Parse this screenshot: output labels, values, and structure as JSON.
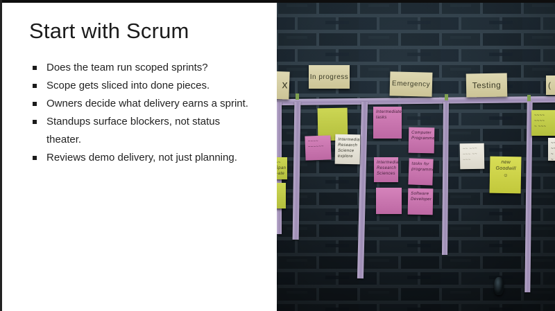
{
  "slide": {
    "title": "Start with Scrum",
    "bullets": [
      "Does the team run scoped sprints?",
      "Scope gets sliced into done pieces.",
      "Owners decide what delivery earns a sprint.",
      "Standups surface blockers, not status theater.",
      "Reviews demo delivery, not just planning."
    ]
  },
  "board": {
    "headers": [
      {
        "label": "x"
      },
      {
        "label": "In progress"
      },
      {
        "label": "Emergency"
      },
      {
        "label": "Testing"
      },
      {
        "label": "("
      }
    ],
    "notes": [
      {
        "text": "~~ Span\n~ate"
      },
      {
        "text": ""
      },
      {
        "text": ""
      },
      {
        "text": "~~~~\n~~~~~~"
      },
      {
        "text": "Intermedia\nResearch\nScience\nexplore"
      },
      {
        "text": "Intermediate\ntasks"
      },
      {
        "text": "Computer\nProgrammer"
      },
      {
        "text": "Intermediate\nResearch\nSciences"
      },
      {
        "text": "tasks for\nprogrammers"
      },
      {
        "text": ""
      },
      {
        "text": "Software\nDeveloper"
      },
      {
        "text": "~~ ~~~\n~~~ ~~\n~~~"
      },
      {
        "text": "new Goodwill\n☺"
      },
      {
        "text": "~~~~\n~~~~\n~ ~~~"
      },
      {
        "text": "~~ ~~\n~ ~~\n~ ~~\n~~~"
      }
    ]
  },
  "colors": {
    "slide_background": "#ffffff",
    "text": "#1b1b1b",
    "wall_brick": "#1d2830",
    "wall_mortar": "#33414b",
    "tape": "#a996bf",
    "header_card": "#d8d2ab",
    "note_green": "#c3cd48",
    "note_pink": "#cb76b0",
    "note_white": "#e9e6dc",
    "note_yellow": "#d0d549"
  }
}
